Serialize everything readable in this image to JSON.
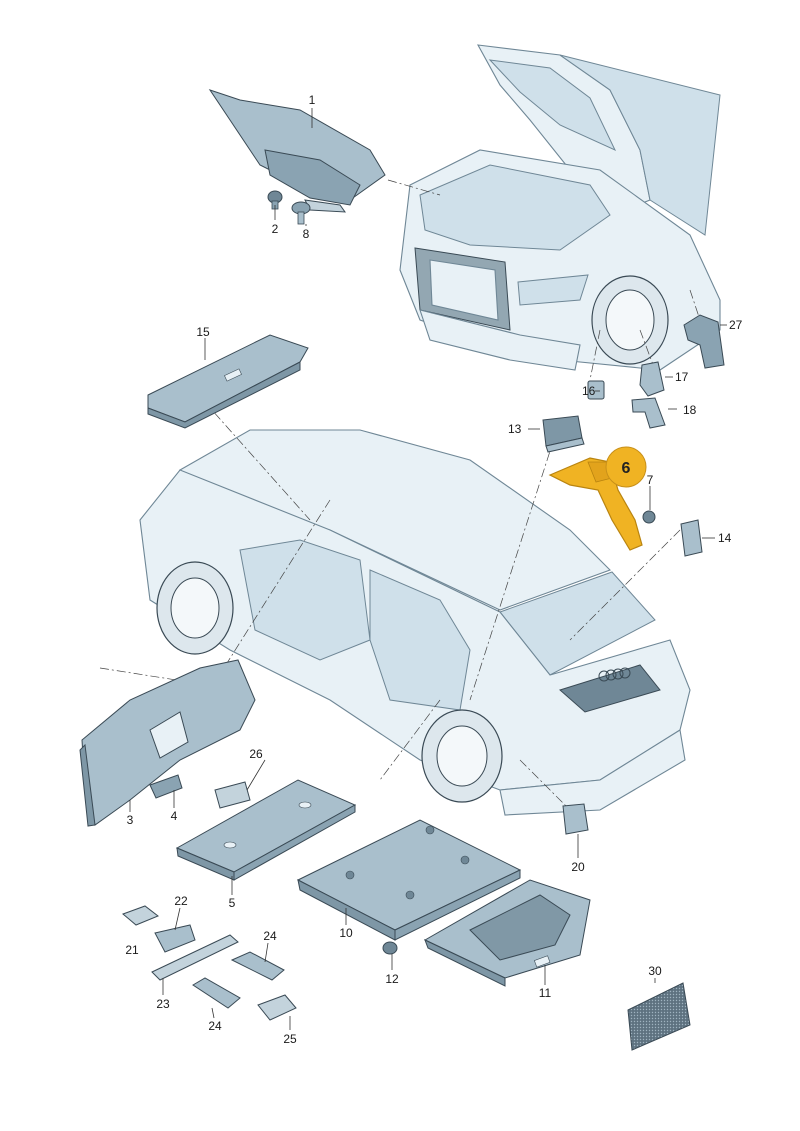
{
  "highlight": {
    "label": "6",
    "color": "#f0b323",
    "outline": "#b98410"
  },
  "colors": {
    "body_fill": "#e8f1f6",
    "body_stroke": "#6f8796",
    "part_fill": "#a9bfcc",
    "part_dark": "#6f8796"
  },
  "callouts": {
    "c1": "1",
    "c2": "2",
    "c3": "3",
    "c4": "4",
    "c5": "5",
    "c7": "7",
    "c8": "8",
    "c10": "10",
    "c11": "11",
    "c12": "12",
    "c13": "13",
    "c14": "14",
    "c15": "15",
    "c16": "16",
    "c17": "17",
    "c18": "18",
    "c20": "20",
    "c21": "21",
    "c22": "22",
    "c23": "23",
    "c24a": "24",
    "c24b": "24",
    "c25": "25",
    "c26": "26",
    "c27": "27",
    "c30": "30"
  }
}
